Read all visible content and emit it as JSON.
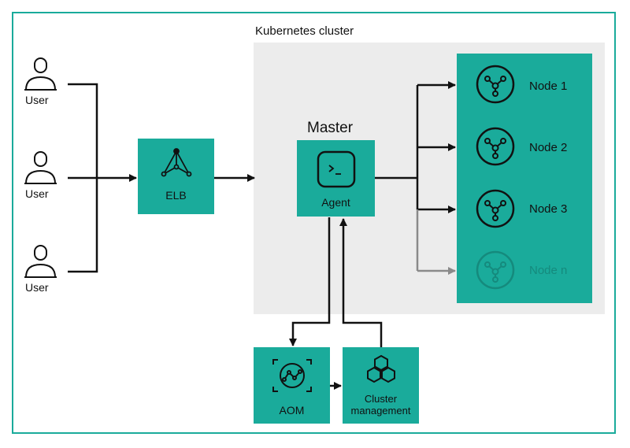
{
  "cluster": {
    "title": "Kubernetes cluster"
  },
  "users": [
    {
      "label": "User"
    },
    {
      "label": "User"
    },
    {
      "label": "User"
    }
  ],
  "elb": {
    "label": "ELB"
  },
  "master": {
    "title": "Master",
    "agent_label": "Agent"
  },
  "nodes": [
    {
      "label": "Node 1"
    },
    {
      "label": "Node 2"
    },
    {
      "label": "Node 3"
    },
    {
      "label": "Node n"
    }
  ],
  "aom": {
    "label": "AOM"
  },
  "cluster_mgmt": {
    "label_line1": "Cluster",
    "label_line2": "management"
  },
  "colors": {
    "accent": "#1aab9b",
    "cluster_bg": "#ececec",
    "line": "#111111",
    "faded": "#8a8a8a",
    "frame": "#1aab9b"
  }
}
